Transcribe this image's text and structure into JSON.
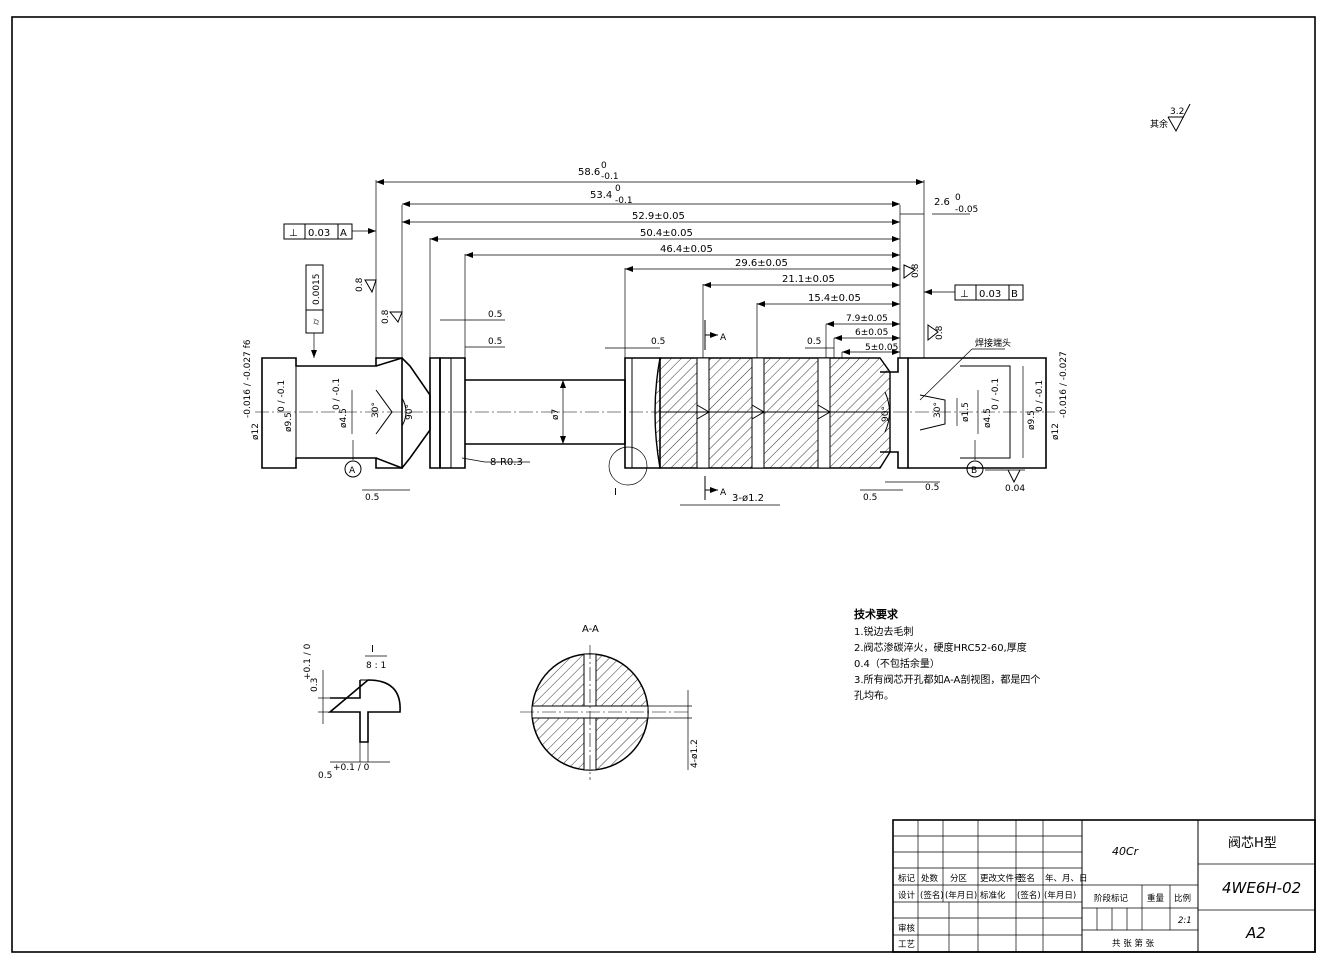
{
  "surface_finish_note": {
    "label": "其余",
    "value": "3.2"
  },
  "dimensions": {
    "d1": "58.6",
    "d1_upper": "0",
    "d1_lower": "-0.1",
    "d2": "53.4",
    "d2_upper": "0",
    "d2_lower": "-0.1",
    "d3": "52.9±0.05",
    "d4": "50.4±0.05",
    "d5": "46.4±0.05",
    "d6": "29.6±0.05",
    "d7": "21.1±0.05",
    "d8": "15.4±0.05",
    "d9": "7.9±0.05",
    "d10": "6±0.05",
    "d11": "5±0.05",
    "d_right_top": "2.6",
    "d_right_top_upper": "0",
    "d_right_top_lower": "-0.05",
    "half1": "0.5",
    "half2": "0.5",
    "half3": "0.5",
    "half4": "0.5",
    "half5": "0.5",
    "half6": "0.5",
    "half7": "0.5",
    "dia_left_outer": "ø12",
    "dia_left_outer_tol": "-0.016 / -0.027 f6",
    "dia_left_95": "ø9.5",
    "dia_left_95_tol": "0 / -0.1",
    "dia_left_45": "ø4.5",
    "dia_left_45_tol": "0 / -0.1",
    "dia_mid": "ø7",
    "dia_right_15": "ø1.5",
    "dia_right_45": "ø4.5",
    "dia_right_45_tol": "0 / -0.1",
    "dia_right_95": "ø9.5",
    "dia_right_95_tol": "0 / -0.1",
    "dia_right_outer": "ø12",
    "dia_right_outer_tol": "-0.016 / -0.027",
    "angle_left1": "30°",
    "angle_left2": "90°",
    "angle_right1": "90°",
    "angle_right2": "30°",
    "radius": "8-R0.3",
    "holes": "3-ø1.2",
    "sec_holes": "4-ø1.2",
    "runout": "0.04"
  },
  "tolerance_frames": {
    "perp_left": {
      "symbol": "⊥",
      "value": "0.03",
      "datum": "A"
    },
    "perp_right": {
      "symbol": "⊥",
      "value": "0.03",
      "datum": "B"
    },
    "cyl": {
      "symbol": "⌭",
      "value": "0.0015"
    }
  },
  "roughness": {
    "r1": "0.8",
    "r2": "0.8",
    "r3": "0.8",
    "r4": "0.8"
  },
  "datums": {
    "a": "A",
    "b": "B"
  },
  "section_marks": {
    "a_top": "A",
    "a_bottom": "A",
    "detail": "I"
  },
  "leader_note": "焊接端头",
  "detail_view": {
    "title": "I",
    "scale": "8 : 1",
    "dim_top": "0.3",
    "dim_top_tol": "+0.1 / 0",
    "dim_bot": "0.5",
    "dim_bot_tol": "+0.1 / 0"
  },
  "section_view": {
    "title": "A-A"
  },
  "tech_requirements": {
    "title": "技术要求",
    "line1": "1.锐边去毛刺",
    "line2": "2.阀芯渗碳淬火，硬度HRC52-60,厚度",
    "line3": "0.4（不包括余量）",
    "line4": "3.所有阀芯开孔都如A-A剖视图，都是四个",
    "line5": "孔均布。"
  },
  "title_block": {
    "material": "40Cr",
    "part_name": "阀芯H型",
    "drawing_no": "4WE6H-02",
    "sheet_size": "A2",
    "h_mark": "标记",
    "h_count": "处数",
    "h_zone": "分区",
    "h_doc": "更改文件号",
    "h_sign": "签名",
    "h_date": "年、月、日",
    "r_design": "设计",
    "r_sign": "(签名)",
    "r_date": "(年月日)",
    "r_std": "标准化",
    "r_sign2": "(签名)",
    "r_date2": "(年月日)",
    "stage_mark": "阶段标记",
    "weight": "重量",
    "scale_label": "比例",
    "scale_value": "2:1",
    "review": "审核",
    "process": "工艺",
    "sheets": "共   张  第   张"
  }
}
